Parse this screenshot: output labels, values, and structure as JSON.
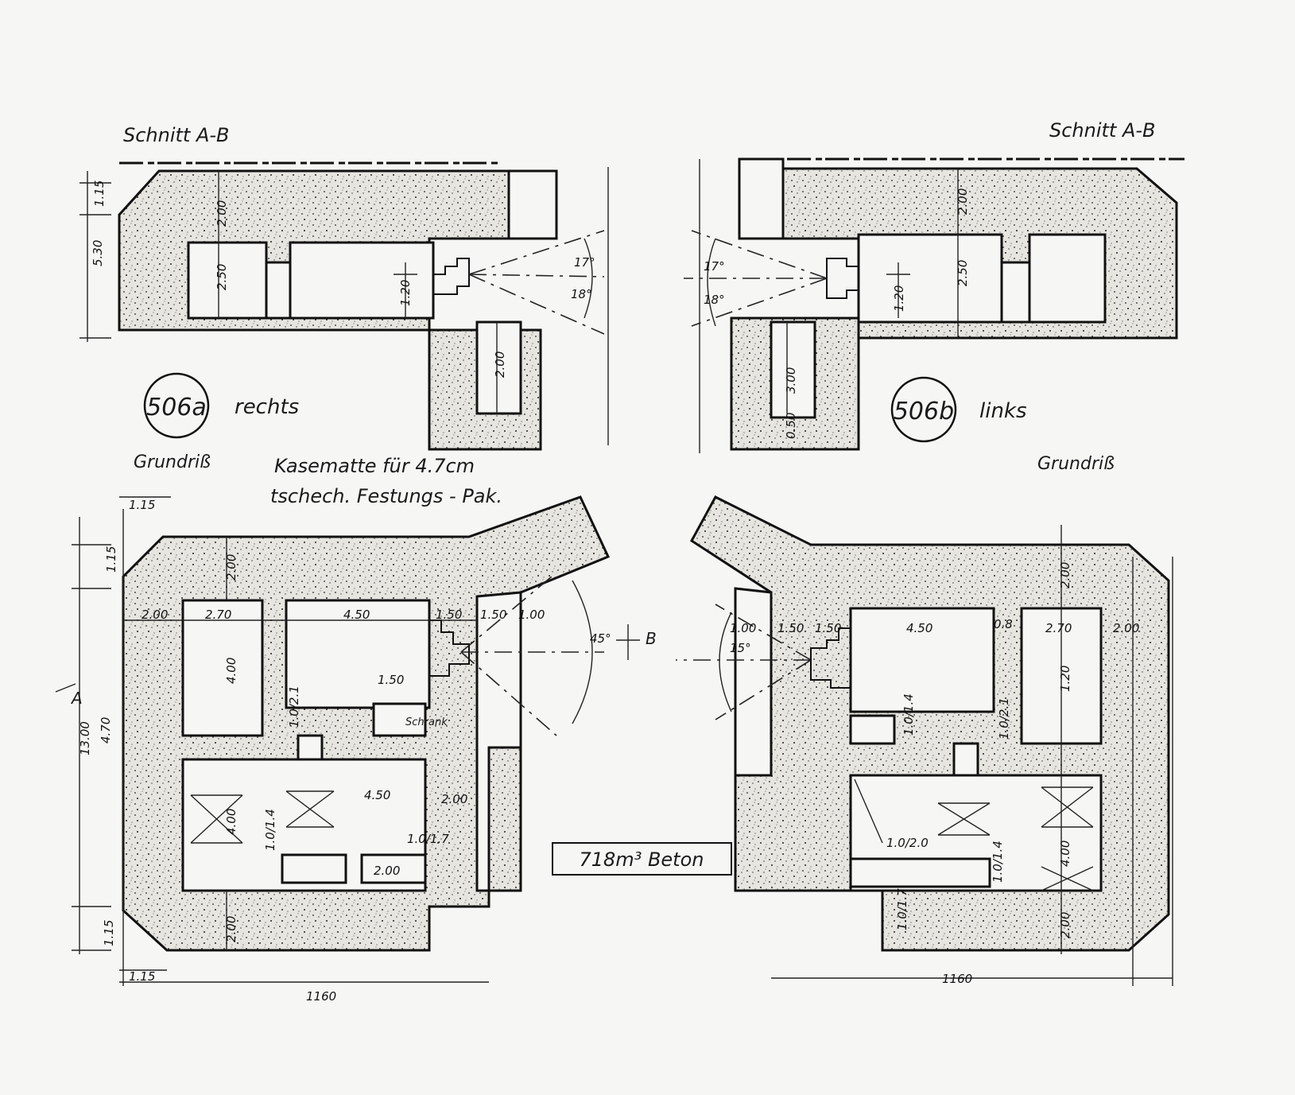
{
  "left_sheet": {
    "section_title": "Schnitt A-B",
    "plan_title": "Grundriß",
    "badge": "506a",
    "side": "rechts"
  },
  "right_sheet": {
    "section_title": "Schnitt A-B",
    "plan_title": "Grundriß",
    "badge": "506b",
    "side": "links"
  },
  "center": {
    "caption_line1": "Kasematte für 4.7cm",
    "caption_line2": "tschech. Festungs - Pak.",
    "concrete_volume": "718m³ Beton",
    "marker_a": "A",
    "marker_b": "B"
  },
  "dimensions": {
    "d115": "1.15",
    "d530": "5.30",
    "d200": "2.00",
    "d250": "2.50",
    "d120": "1.20",
    "d080": "0.8",
    "d300": "3.00",
    "d050": "0.50",
    "d270": "2.70",
    "d450": "4.50",
    "d150": "1.50",
    "d100": "1.00",
    "d1300": "13.00",
    "d470": "4.70",
    "d1160": "1160",
    "d400": "4.00",
    "d150b": "1.50",
    "a17": "17°",
    "a18": "18°",
    "a45": "45°",
    "a15": "15°",
    "door_a": "1.0/2.1",
    "door_b": "1.0/2.0",
    "door_c": "1.0/1.4",
    "door_d": "1.0/1.7",
    "schrank": "Schrank"
  },
  "colors": {
    "ink": "#111111",
    "paper": "#f6f6f4"
  }
}
